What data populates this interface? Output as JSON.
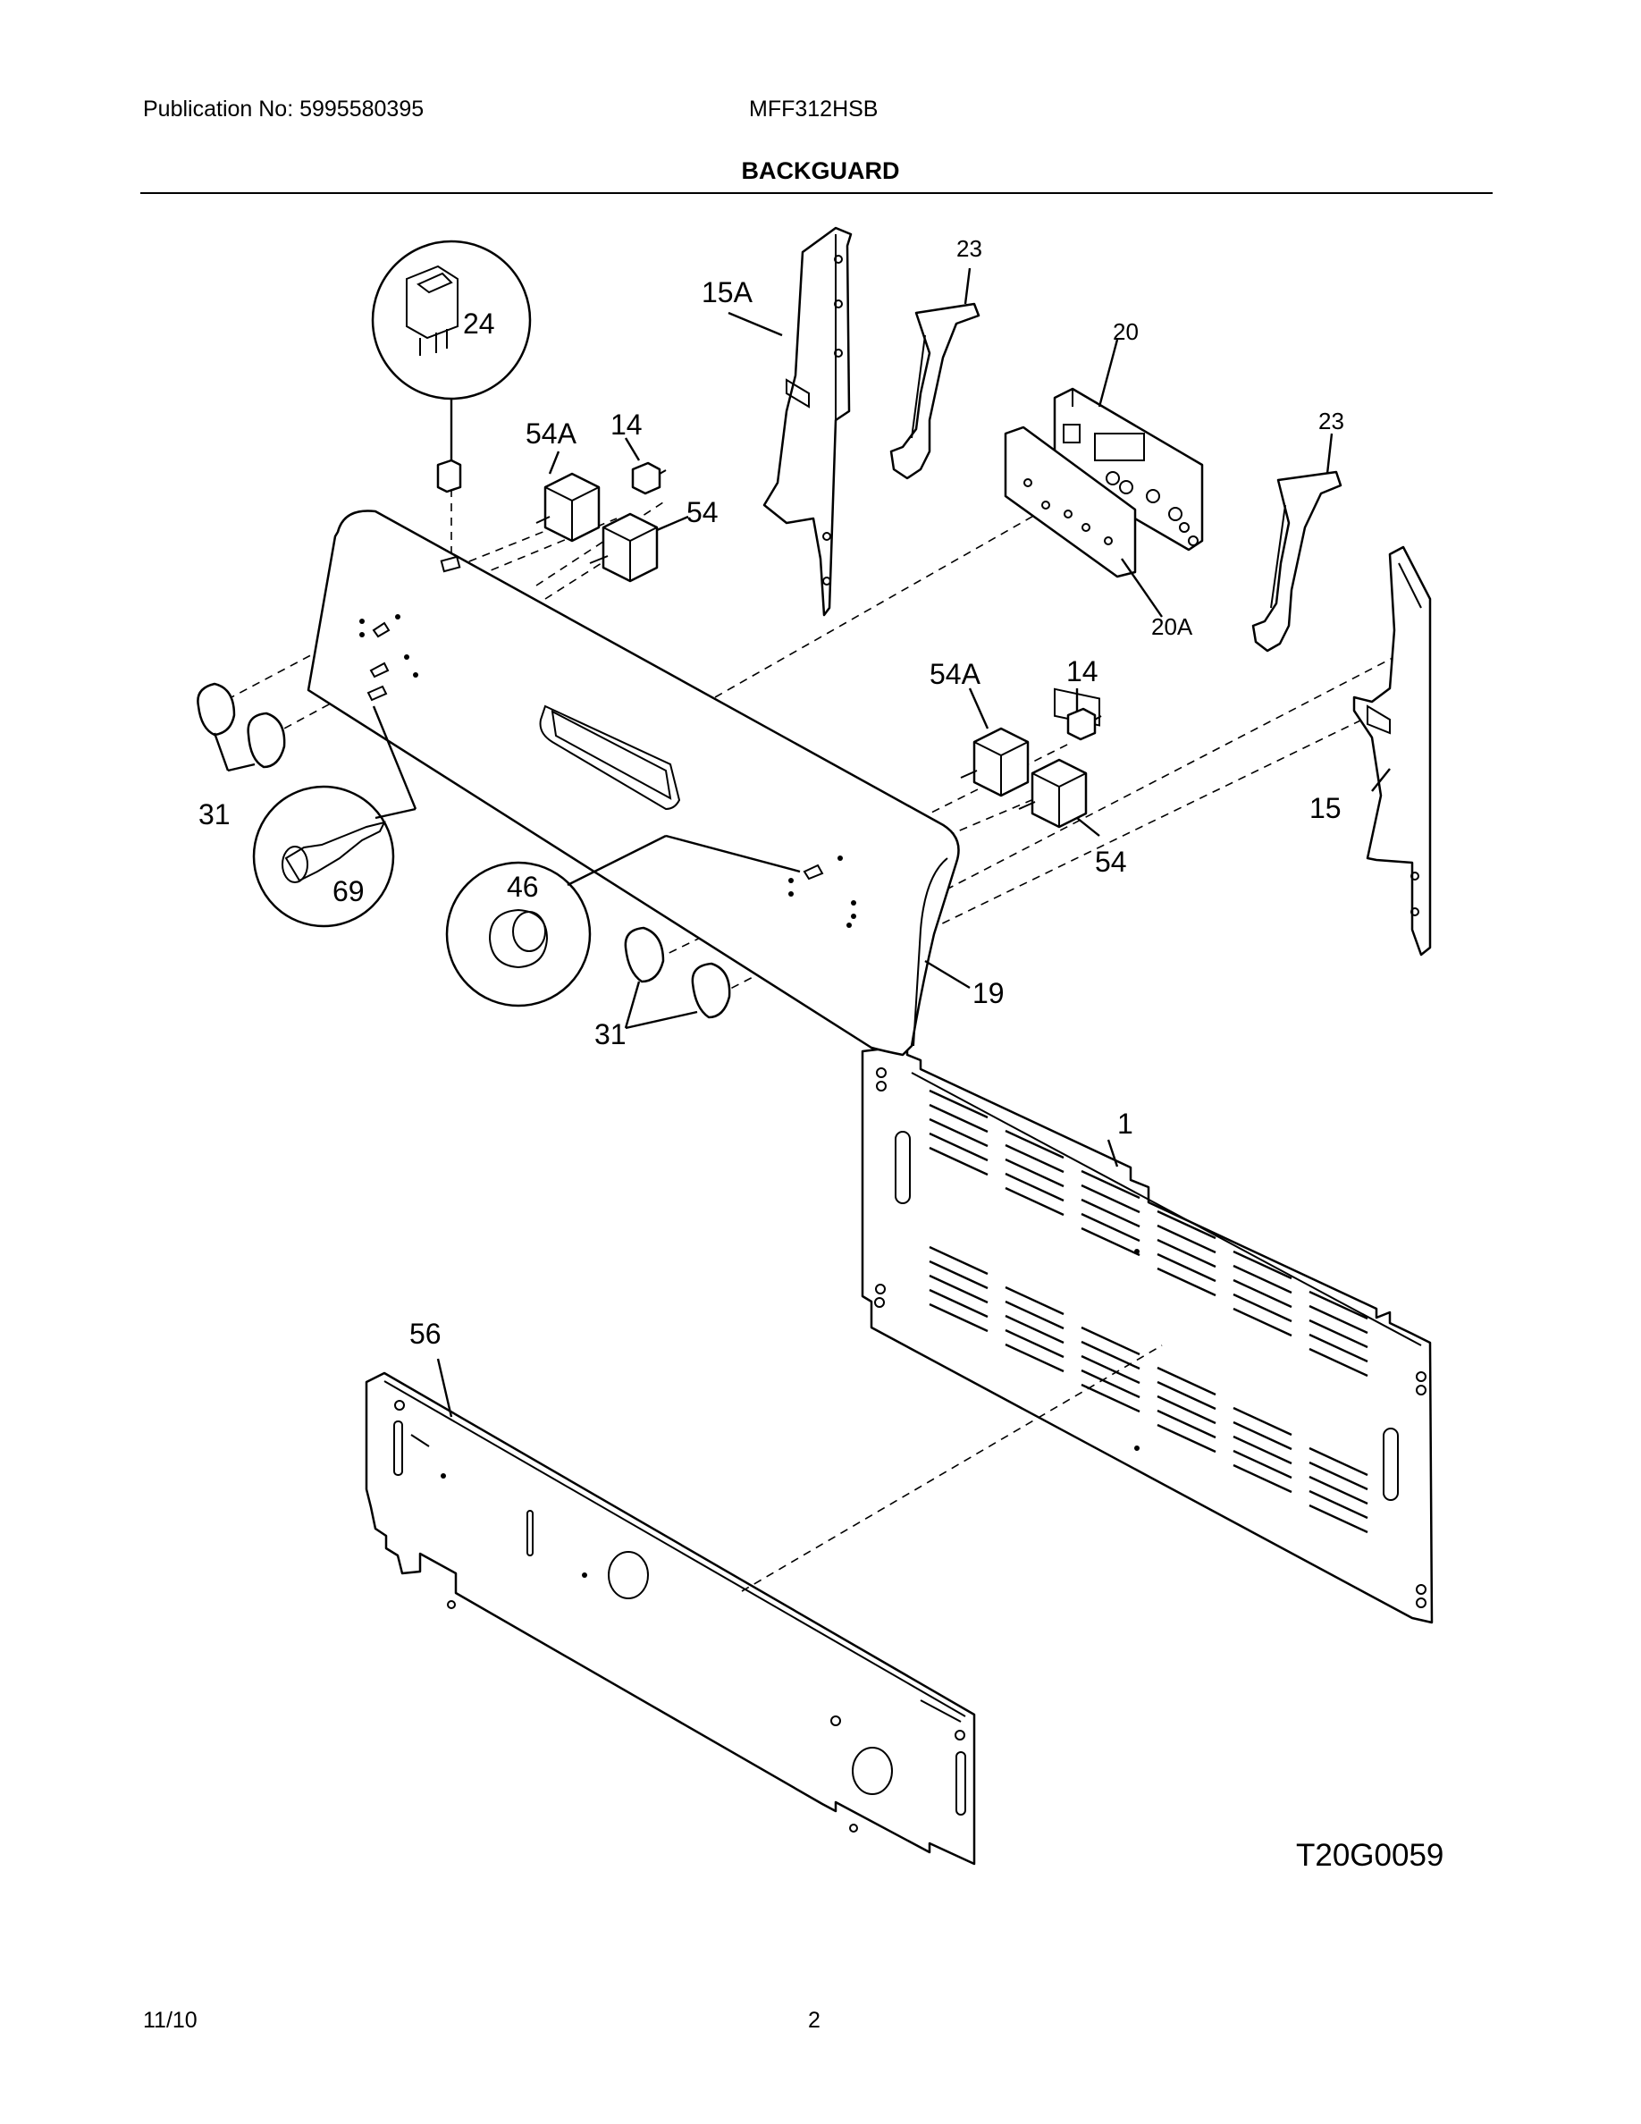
{
  "header": {
    "publication": "Publication No: 5995580395",
    "model": "MFF312HSB",
    "section_title": "BACKGUARD"
  },
  "callouts": {
    "c1": "1",
    "c14a": "14",
    "c14b": "14",
    "c15": "15",
    "c15a": "15A",
    "c19": "19",
    "c20": "20",
    "c20a": "20A",
    "c23a": "23",
    "c23b": "23",
    "c24": "24",
    "c31a": "31",
    "c31b": "31",
    "c46": "46",
    "c54a": "54",
    "c54b": "54",
    "c54aa": "54A",
    "c54ab": "54A",
    "c56": "56",
    "c69": "69"
  },
  "diagram_code": "T20G0059",
  "footer": {
    "date": "11/10",
    "page": "2"
  }
}
